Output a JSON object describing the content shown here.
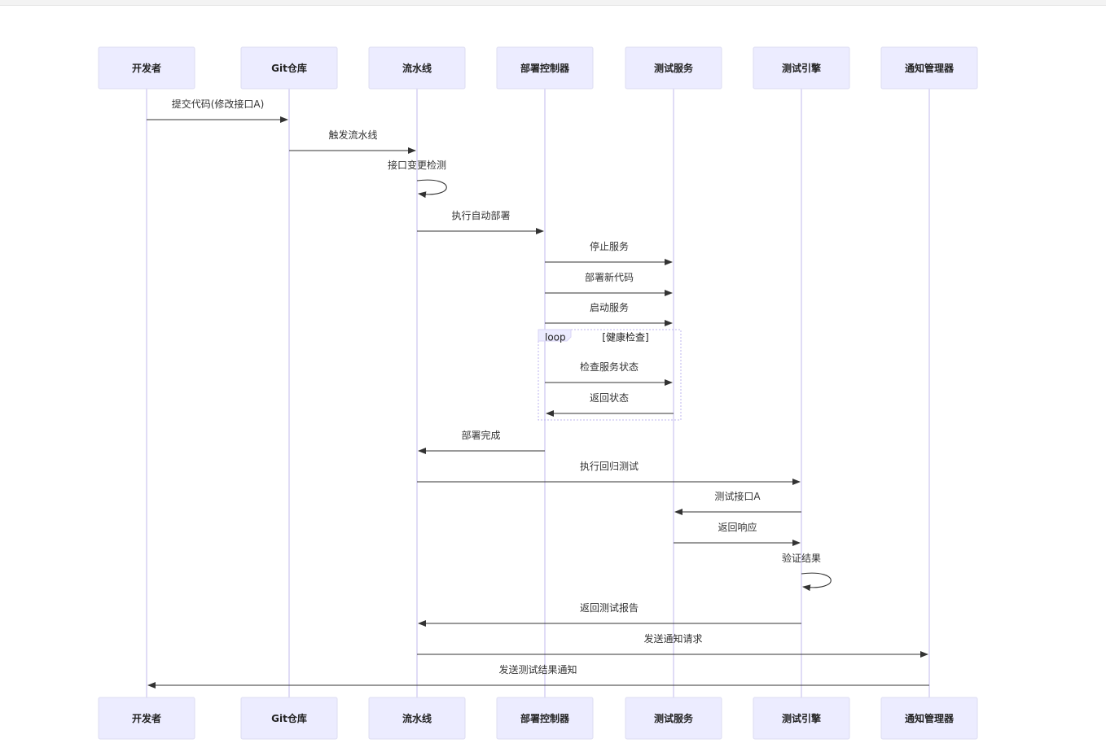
{
  "participants": [
    "开发者",
    "Git仓库",
    "流水线",
    "部署控制器",
    "测试服务",
    "测试引擎",
    "通知管理器"
  ],
  "messages": [
    {
      "from": 0,
      "to": 1,
      "label": "提交代码(修改接口A)"
    },
    {
      "from": 1,
      "to": 2,
      "label": "触发流水线"
    },
    {
      "from": 2,
      "to": 2,
      "label": "接口变更检测"
    },
    {
      "from": 2,
      "to": 3,
      "label": "执行自动部署"
    },
    {
      "from": 3,
      "to": 4,
      "label": "停止服务"
    },
    {
      "from": 3,
      "to": 4,
      "label": "部署新代码"
    },
    {
      "from": 3,
      "to": 4,
      "label": "启动服务"
    },
    {
      "from": 3,
      "to": 4,
      "label": "检查服务状态"
    },
    {
      "from": 4,
      "to": 3,
      "label": "返回状态"
    },
    {
      "from": 3,
      "to": 2,
      "label": "部署完成"
    },
    {
      "from": 2,
      "to": 5,
      "label": "执行回归测试"
    },
    {
      "from": 5,
      "to": 4,
      "label": "测试接口A"
    },
    {
      "from": 4,
      "to": 5,
      "label": "返回响应"
    },
    {
      "from": 5,
      "to": 5,
      "label": "验证结果"
    },
    {
      "from": 5,
      "to": 2,
      "label": "返回测试报告"
    },
    {
      "from": 2,
      "to": 6,
      "label": "发送通知请求"
    },
    {
      "from": 6,
      "to": 0,
      "label": "发送测试结果通知"
    }
  ],
  "loop": {
    "keyword": "loop",
    "condition": "[健康检查]",
    "covers": [
      7,
      8
    ]
  },
  "colors": {
    "actor_fill": "#ECECFF",
    "lifeline": "#cfc9f2",
    "arrow": "#333333"
  }
}
